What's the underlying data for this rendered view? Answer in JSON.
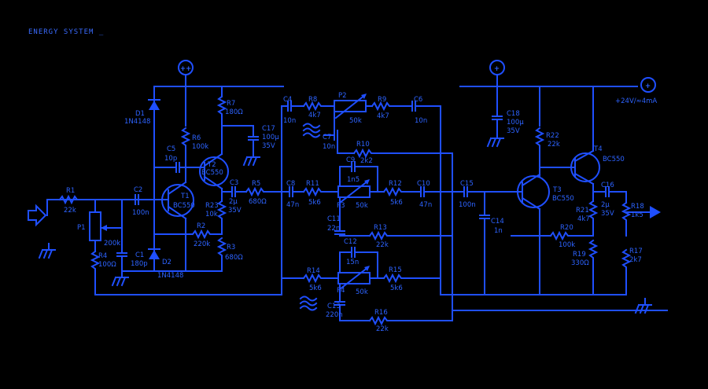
{
  "header": {
    "title": "ENERGY SYSTEM _"
  },
  "colors": {
    "background": "#000000",
    "trace": "#1f4fff",
    "text": "#2d63ff"
  },
  "labels": {
    "supply1": "++",
    "supply2": "+",
    "supply3": "+",
    "supply_note": "+24V/≈4mA",
    "d1": "D1",
    "d1v": "1N4148",
    "d2": "D2",
    "d2v": "1N4148",
    "r1": "R1",
    "r1v": "22k",
    "r2": "R2",
    "r2v": "220k",
    "r3": "R3",
    "r3v": "680Ω",
    "r4": "R4",
    "r4v": "100Ω",
    "r5": "R5",
    "r5v": "680Ω",
    "r6": "R6",
    "r6v": "100k",
    "r7": "R7",
    "r7v": "180Ω",
    "r8": "R8",
    "r8v": "4k7",
    "r9": "R9",
    "r9v": "4k7",
    "r10": "R10",
    "r10v": "2k2",
    "r11": "R11",
    "r11v": "5k6",
    "r12": "R12",
    "r12v": "5k6",
    "r13": "R13",
    "r13v": "22k",
    "r14": "R14",
    "r14v": "5k6",
    "r15": "R15",
    "r15v": "5k6",
    "r16": "R16",
    "r16v": "22k",
    "r17": "R17",
    "r17v": "2k7",
    "r18": "R18",
    "r18v": "1k5",
    "r19": "R19",
    "r19v": "330Ω",
    "r20": "R20",
    "r20v": "100k",
    "r21": "R21",
    "r21v": "4k7",
    "r22": "R22",
    "r22v": "22k",
    "r23": "R23",
    "r23v": "10k",
    "c1": "C1",
    "c1v": "180p",
    "c2": "C2",
    "c2v": "100n",
    "c3": "C3",
    "c3v": "2μ",
    "c3v2": "35V",
    "c4": "C4",
    "c4v": "10n",
    "c5": "C5",
    "c5v": "10p",
    "c6": "C6",
    "c6v": "10n",
    "c7": "C7",
    "c7v": "10n",
    "c8": "C8",
    "c8v": "47n",
    "c9": "C9",
    "c9v": "1n5",
    "c10": "C10",
    "c10v": "47n",
    "c11": "C11",
    "c11v": "22n",
    "c12": "C12",
    "c12v": "15n",
    "c13": "C13",
    "c13v": "220n",
    "c14": "C14",
    "c14v": "1n",
    "c15": "C15",
    "c15v": "100n",
    "c16": "C16",
    "c16v": "2μ",
    "c16v2": "35V",
    "c17": "C17",
    "c17v": "100μ",
    "c17v2": "35V",
    "c18": "C18",
    "c18v": "100μ",
    "c18v2": "35V",
    "p1": "P1",
    "p1v": "200k",
    "p2": "P2",
    "p2v": "50k",
    "p3": "P3",
    "p3v": "50k",
    "p4": "P4",
    "p4v": "50k",
    "t1": "T1",
    "t1v": "BC550",
    "t2": "T2",
    "t2v": "BC550",
    "t3": "T3",
    "t3v": "BC550",
    "t4": "T4",
    "t4v": "BC550"
  }
}
